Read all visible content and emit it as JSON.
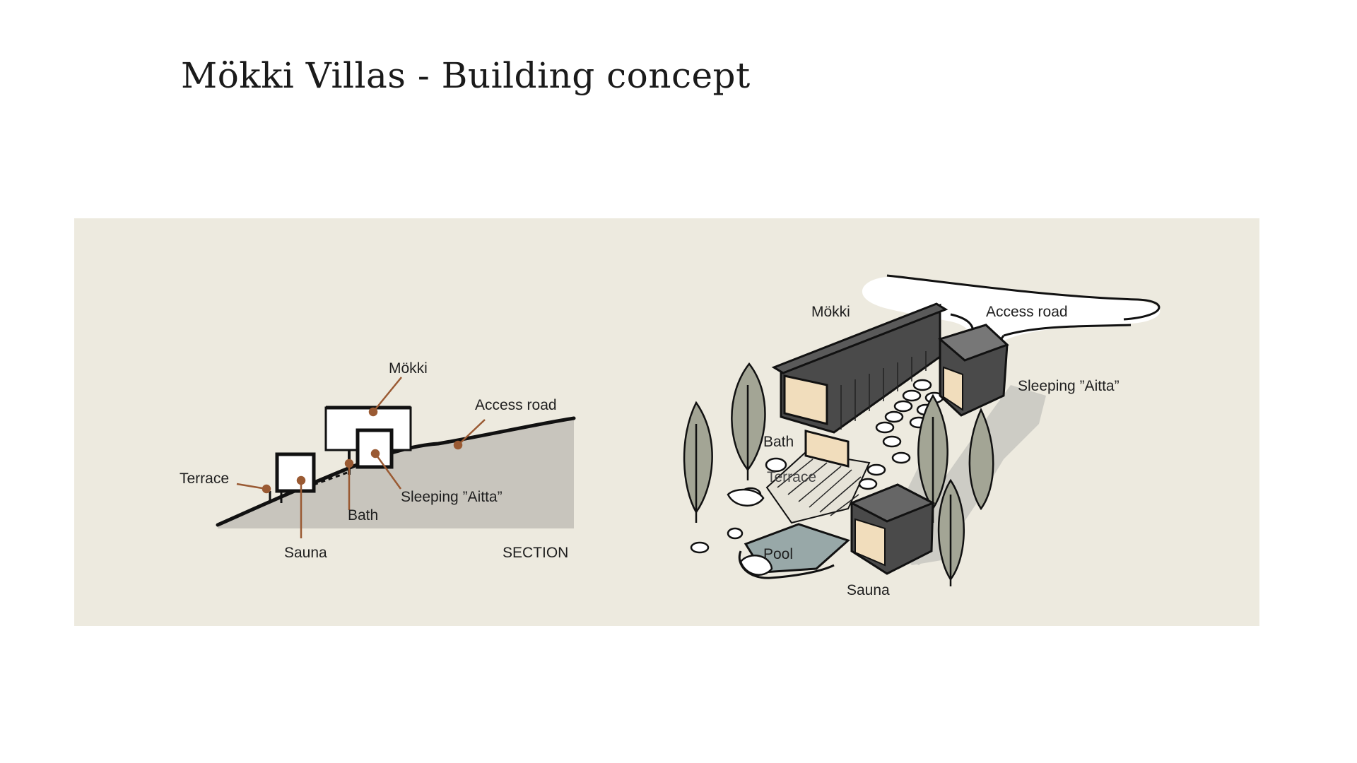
{
  "title": "Mökki Villas - Building concept",
  "colors": {
    "panel_bg": "#edeadf",
    "ground": "#c8c5bd",
    "leader": "#9a5a33",
    "cabin_dark": "#4a4a4a",
    "interior_wood": "#f1ddbc",
    "tree_fill": "#a3a595",
    "pool_water": "#98a8a8",
    "shadow": "#cdccc5",
    "line": "#111111"
  },
  "section": {
    "caption": "SECTION",
    "labels": {
      "mokki": "Mökki",
      "access_road": "Access road",
      "terrace": "Terrace",
      "sleeping_aitta": "Sleeping ”Aitta”",
      "bath": "Bath",
      "sauna": "Sauna"
    }
  },
  "axonometric": {
    "labels": {
      "mokki": "Mökki",
      "access_road": "Access road",
      "sleeping_aitta": "Sleeping ”Aitta”",
      "bath": "Bath",
      "terrace": "Terrace",
      "pool": "Pool",
      "sauna": "Sauna"
    }
  }
}
